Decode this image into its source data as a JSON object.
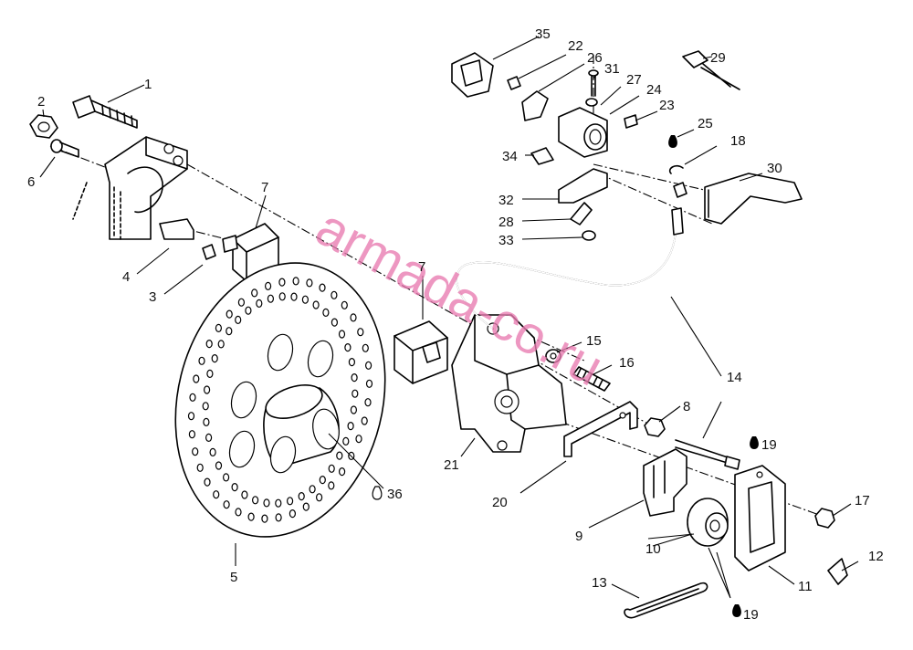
{
  "watermark": "armada-co.ru",
  "callouts": [
    {
      "id": "c1",
      "label": "1"
    },
    {
      "id": "c2",
      "label": "2"
    },
    {
      "id": "c3",
      "label": "3"
    },
    {
      "id": "c4",
      "label": "4"
    },
    {
      "id": "c5",
      "label": "5"
    },
    {
      "id": "c6",
      "label": "6"
    },
    {
      "id": "c7a",
      "label": "7"
    },
    {
      "id": "c7b",
      "label": "7"
    },
    {
      "id": "c8",
      "label": "8"
    },
    {
      "id": "c9",
      "label": "9"
    },
    {
      "id": "c10",
      "label": "10"
    },
    {
      "id": "c11",
      "label": "11"
    },
    {
      "id": "c12",
      "label": "12"
    },
    {
      "id": "c13",
      "label": "13"
    },
    {
      "id": "c14",
      "label": "14"
    },
    {
      "id": "c15",
      "label": "15"
    },
    {
      "id": "c16",
      "label": "16"
    },
    {
      "id": "c17",
      "label": "17"
    },
    {
      "id": "c18",
      "label": "18"
    },
    {
      "id": "c19a",
      "label": "19"
    },
    {
      "id": "c19b",
      "label": "19"
    },
    {
      "id": "c20",
      "label": "20"
    },
    {
      "id": "c21",
      "label": "21"
    },
    {
      "id": "c22",
      "label": "22"
    },
    {
      "id": "c23",
      "label": "23"
    },
    {
      "id": "c24",
      "label": "24"
    },
    {
      "id": "c25",
      "label": "25"
    },
    {
      "id": "c26",
      "label": "26"
    },
    {
      "id": "c27",
      "label": "27"
    },
    {
      "id": "c28",
      "label": "28"
    },
    {
      "id": "c29",
      "label": "29"
    },
    {
      "id": "c30",
      "label": "30"
    },
    {
      "id": "c31",
      "label": "31"
    },
    {
      "id": "c32",
      "label": "32"
    },
    {
      "id": "c33",
      "label": "33"
    },
    {
      "id": "c34",
      "label": "34"
    },
    {
      "id": "c35",
      "label": "35"
    },
    {
      "id": "c36",
      "label": "36"
    }
  ]
}
